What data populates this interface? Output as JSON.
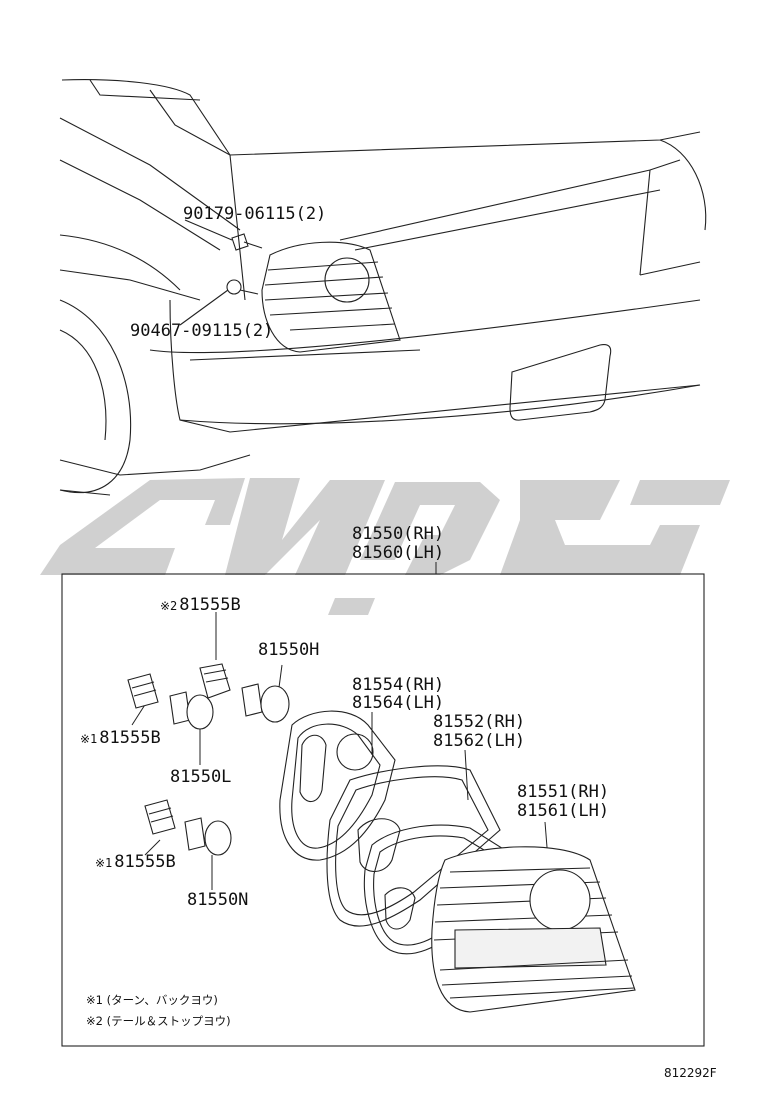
{
  "labels": {
    "bolt_upper": "90179-06115(2)",
    "bolt_lower": "90467-09115(2)",
    "assy_rh": "81550(RH)",
    "assy_lh": "81560(LH)",
    "socket_top_mark": "※2",
    "socket_top": "81555B",
    "bulb_h": "81550H",
    "socket_mid_mark": "※1",
    "socket_mid": "81555B",
    "bulb_l": "81550L",
    "socket_low_mark": "※1",
    "socket_low": "81555B",
    "bulb_n": "81550N",
    "gasket_rh": "81554(RH)",
    "gasket_lh": "81564(LH)",
    "housing_rh": "81552(RH)",
    "housing_lh": "81562(LH)",
    "lens_rh": "81551(RH)",
    "lens_lh": "81561(LH)"
  },
  "notes": {
    "note1": "※1 (ターン、バックヨウ)",
    "note2": "※2 (テール＆ストップヨウ)"
  },
  "diagram_code": "812292F",
  "colors": {
    "line": "#222222",
    "watermark": "#c8c8c8"
  }
}
